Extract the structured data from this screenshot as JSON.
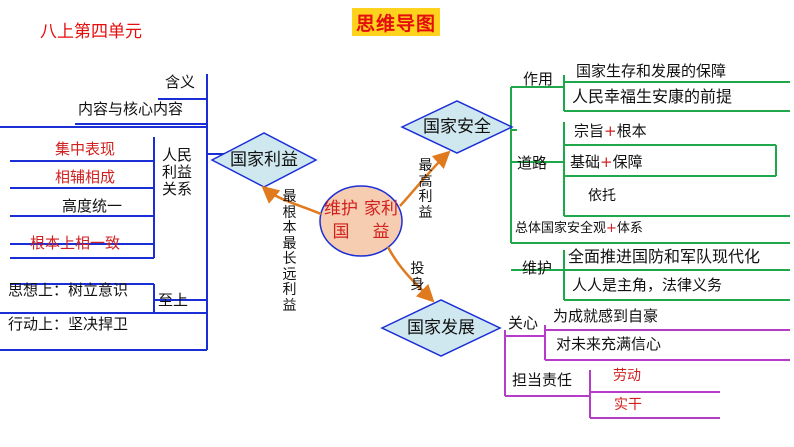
{
  "header": {
    "unit_label": "八上第四单元",
    "title": "思维导图"
  },
  "center": {
    "line1": "维护国",
    "line2": "家利益"
  },
  "national_interest": {
    "label": "国家利益",
    "items": [
      "含义",
      "内容与核心内容"
    ],
    "relation_label": "人民利益关系",
    "relations": [
      "集中表现",
      "相辅相成",
      "高度统一",
      "根本上相一致"
    ],
    "attitude_label": "至上",
    "attitudes": [
      "思想上：树立意识",
      "行动上：坚决捍卫"
    ],
    "link_label": "最根本最长远利益"
  },
  "national_security": {
    "label": "国家安全",
    "link_label": "最高利益",
    "role_label": "作用",
    "roles": [
      "国家生存和发展的保障",
      "人民幸福生安康的前提"
    ],
    "path_label": "道路",
    "paths": [
      {
        "pre": "宗旨",
        "plus": "+",
        "post": "根本"
      },
      {
        "pre": "基础",
        "plus": "+",
        "post": "保障"
      },
      {
        "pre": "依托",
        "plus": "",
        "post": ""
      }
    ],
    "view": {
      "pre": "总体国家安全观",
      "plus": "+",
      "post": "体系"
    },
    "maintain_label": "维护",
    "maintains": [
      "全面推进国防和军队现代化",
      "人人是主角，法律义务"
    ]
  },
  "national_development": {
    "label": "国家发展",
    "link_label": "投身",
    "care_label": "关心",
    "cares": [
      "为成就感到自豪",
      "对未来充满信心"
    ],
    "duty_label": "担当责任",
    "duties": [
      "劳动",
      "实干"
    ]
  },
  "colors": {
    "title_bg": "#ffd21e",
    "title_text": "#e60d0d",
    "blue_lines": "#1a2ed8",
    "green_lines": "#1ea84a",
    "purple_lines": "#b63bc8",
    "arrows": "#e07a1e",
    "node_fill": "#cfe7ee",
    "center_fill": "#f6cdb0",
    "red_text": "#d21f1f"
  }
}
